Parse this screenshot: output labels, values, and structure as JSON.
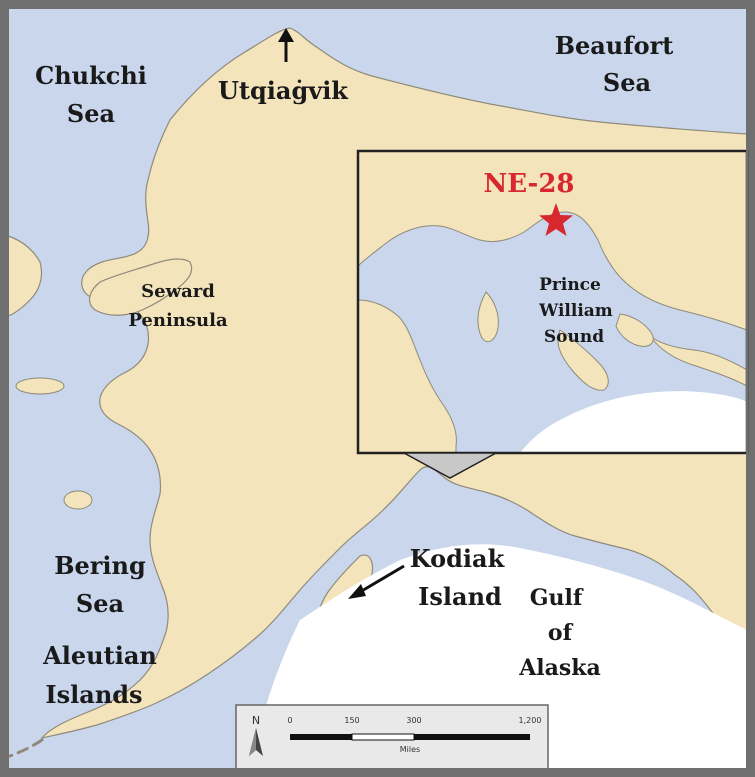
{
  "colors": {
    "land": "#f4e4bc",
    "water": "#c9d6ec",
    "frame": "#6f6f6f",
    "coast": "#8f8a7a",
    "site": "#d7282f",
    "ice": "#ffffff"
  },
  "labels": {
    "utqiagvik": "Utqiaġvik",
    "beaufort_line1": "Beaufort",
    "beaufort_line2": "Sea",
    "chukchi_line1": "Chukchi",
    "chukchi_line2": "Sea",
    "seward_line1": "Seward",
    "seward_line2": "Peninsula",
    "bering_line1": "Bering",
    "bering_line2": "Sea",
    "aleutian_line1": "Aleutian",
    "aleutian_line2": "Islands",
    "kodiak_line1": "Kodiak",
    "kodiak_line2": "Island",
    "gulf_line1": "Gulf",
    "gulf_line2": "of",
    "gulf_line3": "Alaska"
  },
  "inset": {
    "site_label": "NE-28",
    "pws_line1": "Prince",
    "pws_line2": "William",
    "pws_line3": "Sound"
  },
  "scale_bar": {
    "north": "N",
    "tick_0": "0",
    "tick_1": "150",
    "tick_2": "300",
    "tick_3": "1,200",
    "unit": "Miles"
  },
  "icons": [
    "north-arrow-icon",
    "site-star-icon",
    "pointer-arrow-icon"
  ]
}
